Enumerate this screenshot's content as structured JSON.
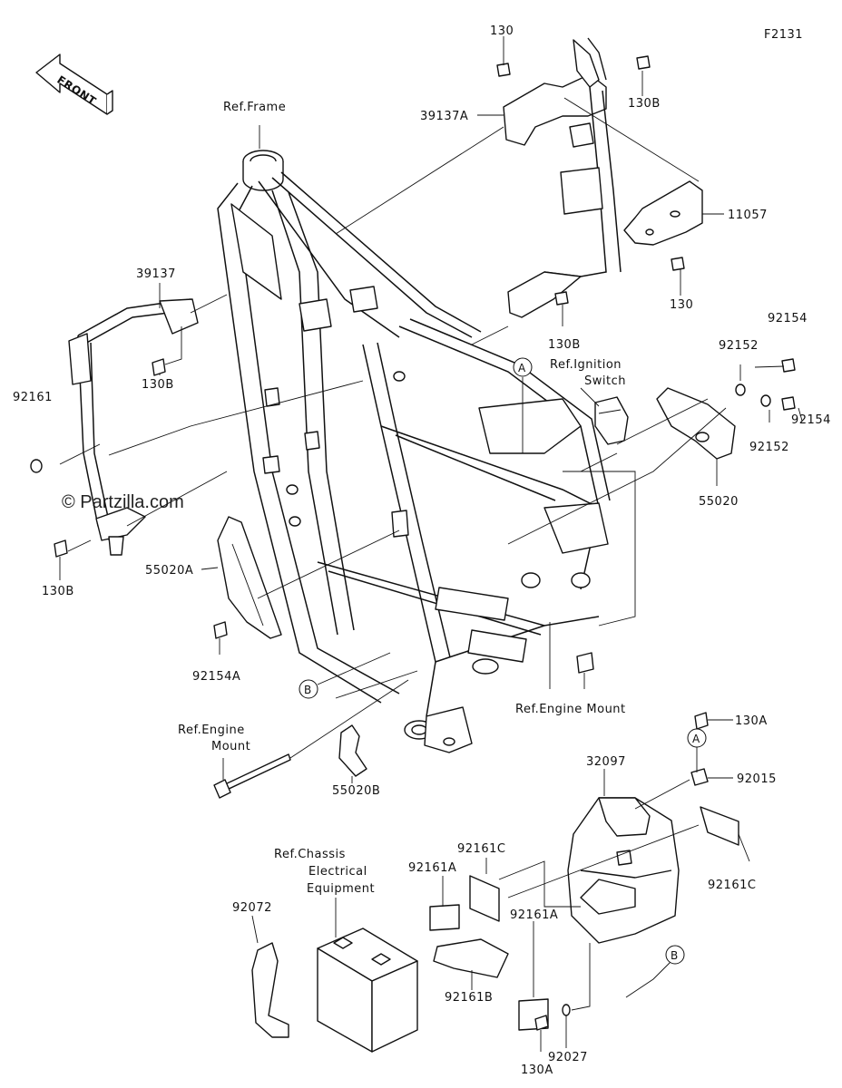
{
  "diagram_code": "F2131",
  "front_label": "FRONT",
  "watermark": "© Partzilla.com",
  "references": {
    "frame": "Ref.Frame",
    "ignition_line1": "Ref.Ignition",
    "ignition_line2": "Switch",
    "engine_mount_right": "Ref.Engine Mount",
    "engine_mount_left_line1": "Ref.Engine",
    "engine_mount_left_line2": "Mount",
    "chassis_line1": "Ref.Chassis",
    "chassis_line2": "Electrical",
    "chassis_line3": "Equipment"
  },
  "callout_letters": {
    "a": "A",
    "b": "B"
  },
  "parts": {
    "p130_top": "130",
    "p130b_top": "130B",
    "p39137a": "39137A",
    "p11057": "11057",
    "p130_mid": "130",
    "p130b_mid": "130B",
    "p39137": "39137",
    "p130b_left": "130B",
    "p92161": "92161",
    "p130b_bottom": "130B",
    "p55020a": "55020A",
    "p92154a": "92154A",
    "p92154_top": "92154",
    "p92152_top": "92152",
    "p92154_right": "92154",
    "p92152_right": "92152",
    "p55020": "55020",
    "p130a_top": "130A",
    "p32097": "32097",
    "p92015": "92015",
    "p92161c_mid": "92161C",
    "p92161c_right": "92161C",
    "p92161a_left": "92161A",
    "p92161a_right": "92161A",
    "p92161b": "92161B",
    "p92072": "92072",
    "p55020b": "55020B",
    "p92027": "92027",
    "p130a_bottom": "130A"
  }
}
